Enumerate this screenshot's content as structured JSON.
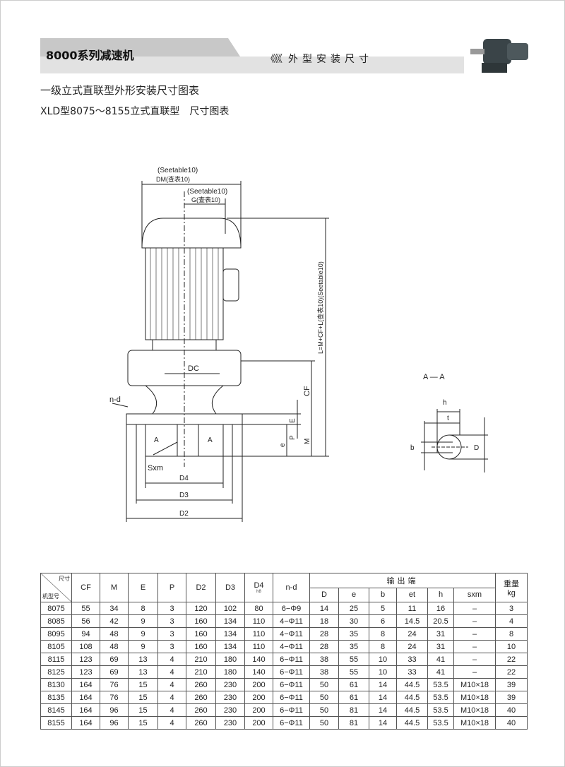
{
  "header": {
    "series_title": "8000系列减速机",
    "section_title": "外型安装尺寸",
    "chevrons": "《《《"
  },
  "titles": {
    "main": "一级立式直联型外形安装尺寸图表",
    "sub": "XLD型8075～8155立式直联型　尺寸图表"
  },
  "drawing": {
    "dm_note": "(Seetable10)",
    "dm_label": "DM(查表10)",
    "g_note": "(Seetable10)",
    "g_label": "G(查表10)",
    "l_label": "L=M+CF+L(查表10)(Seetable10)",
    "dc": "DC",
    "cf": "CF",
    "nd": "n-d",
    "e_upper": "E",
    "p": "P",
    "e": "e",
    "m": "M",
    "a_left": "A",
    "a_right": "A",
    "sxm": "Sxm",
    "d4": "D4",
    "d3": "D3",
    "d2": "D2",
    "section_label": "A — A",
    "h": "h",
    "t": "t",
    "b": "b",
    "d": "D"
  },
  "table": {
    "corner_top": "尺寸",
    "corner_bottom": "机型号",
    "headers": [
      "CF",
      "M",
      "E",
      "P",
      "D2",
      "D3",
      "D4",
      "n-d"
    ],
    "d4_sub": "h8",
    "output_group": "输出端",
    "output_headers": [
      "D",
      "e",
      "b",
      "et",
      "h",
      "sxm"
    ],
    "weight_label": "重量",
    "weight_unit": "kg",
    "rows": [
      [
        "8075",
        "55",
        "34",
        "8",
        "3",
        "120",
        "102",
        "80",
        "6−Φ9",
        "14",
        "25",
        "5",
        "11",
        "16",
        "–",
        "3"
      ],
      [
        "8085",
        "56",
        "42",
        "9",
        "3",
        "160",
        "134",
        "110",
        "4−Φ11",
        "18",
        "30",
        "6",
        "14.5",
        "20.5",
        "–",
        "4"
      ],
      [
        "8095",
        "94",
        "48",
        "9",
        "3",
        "160",
        "134",
        "110",
        "4−Φ11",
        "28",
        "35",
        "8",
        "24",
        "31",
        "–",
        "8"
      ],
      [
        "8105",
        "108",
        "48",
        "9",
        "3",
        "160",
        "134",
        "110",
        "4−Φ11",
        "28",
        "35",
        "8",
        "24",
        "31",
        "–",
        "10"
      ],
      [
        "8115",
        "123",
        "69",
        "13",
        "4",
        "210",
        "180",
        "140",
        "6−Φ11",
        "38",
        "55",
        "10",
        "33",
        "41",
        "–",
        "22"
      ],
      [
        "8125",
        "123",
        "69",
        "13",
        "4",
        "210",
        "180",
        "140",
        "6−Φ11",
        "38",
        "55",
        "10",
        "33",
        "41",
        "–",
        "22"
      ],
      [
        "8130",
        "164",
        "76",
        "15",
        "4",
        "260",
        "230",
        "200",
        "6−Φ11",
        "50",
        "61",
        "14",
        "44.5",
        "53.5",
        "M10×18",
        "39"
      ],
      [
        "8135",
        "164",
        "76",
        "15",
        "4",
        "260",
        "230",
        "200",
        "6−Φ11",
        "50",
        "61",
        "14",
        "44.5",
        "53.5",
        "M10×18",
        "39"
      ],
      [
        "8145",
        "164",
        "96",
        "15",
        "4",
        "260",
        "230",
        "200",
        "6−Φ11",
        "50",
        "81",
        "14",
        "44.5",
        "53.5",
        "M10×18",
        "40"
      ],
      [
        "8155",
        "164",
        "96",
        "15",
        "4",
        "260",
        "230",
        "200",
        "6−Φ11",
        "50",
        "81",
        "14",
        "44.5",
        "53.5",
        "M10×18",
        "40"
      ]
    ]
  }
}
